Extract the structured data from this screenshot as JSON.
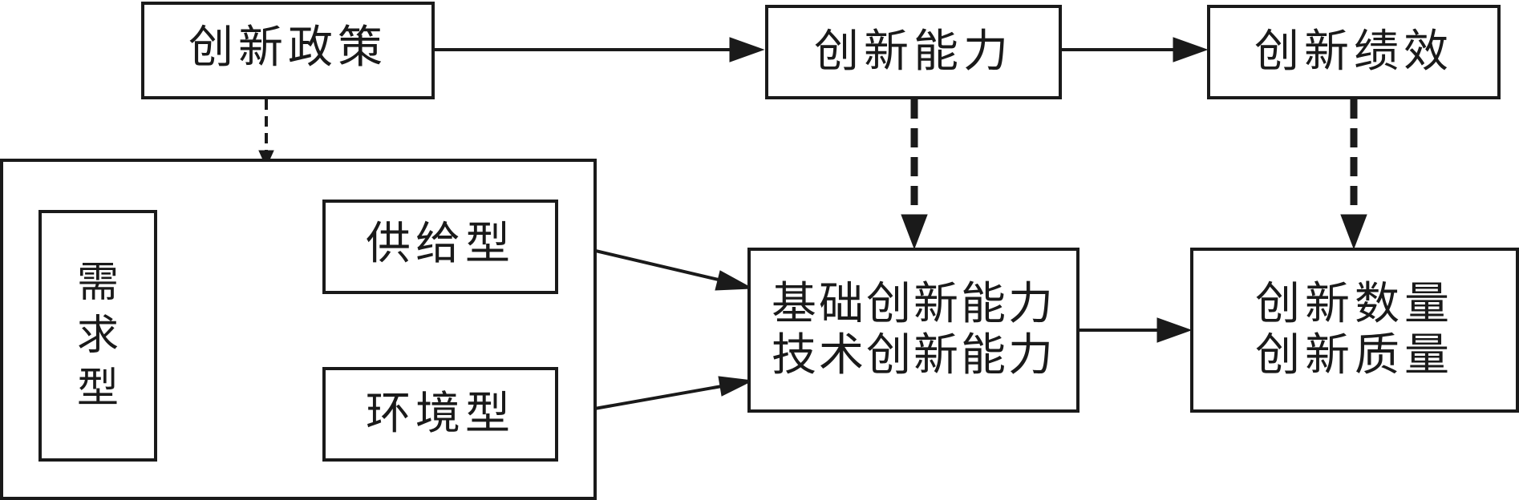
{
  "nodes": {
    "innovation_policy": "创新政策",
    "innovation_capability": "创新能力",
    "innovation_performance": "创新绩效",
    "demand_type": [
      "需",
      "求",
      "型"
    ],
    "supply_type": "供给型",
    "environment_type": "环境型",
    "capability_detail": [
      "基础创新能力",
      "技术创新能力"
    ],
    "performance_detail": [
      "创新数量",
      "创新质量"
    ]
  },
  "colors": {
    "line": "#1a1a1a",
    "background": "#ffffff"
  }
}
